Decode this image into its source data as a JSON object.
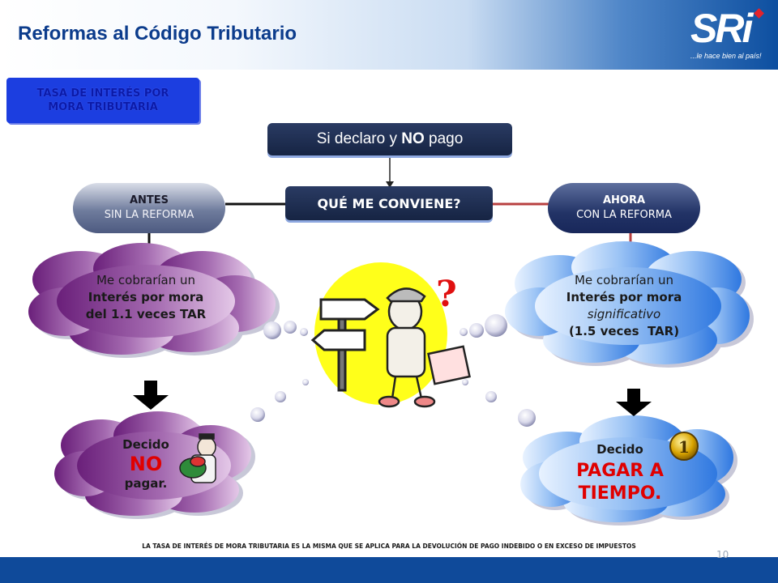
{
  "header": {
    "title": "Reformas al Código Tributario",
    "logo_text": "SRi",
    "logo_tagline": "...le hace bien al país!"
  },
  "topic_box": {
    "line1": "TASA DE INTERÉS POR",
    "line2": "MORA TRIBUTARIA"
  },
  "top_pill": {
    "prefix": "Si declaro y ",
    "emphasis": "NO",
    "suffix": " pago"
  },
  "question_pill": {
    "label": "QUÉ ME CONVIENE?"
  },
  "left": {
    "pill_line1": "ANTES",
    "pill_line2": "SIN LA REFORMA",
    "cloud_line1": "Me cobrarían un",
    "cloud_line2": "Interés por mora",
    "cloud_line3": "del 1.1 veces TAR",
    "decision_line1": "Decido",
    "decision_line2": "NO",
    "decision_line3": "pagar."
  },
  "right": {
    "pill_line1": "AHORA",
    "pill_line2": "CON LA REFORMA",
    "cloud_line1": "Me cobrarían un",
    "cloud_line2": "Interés por mora",
    "cloud_line3": "significativo",
    "cloud_line4": "(1.5 veces  TAR)",
    "decision_line1": "Decido",
    "decision_line2": "PAGAR A",
    "decision_line3": "TIEMPO."
  },
  "center": {
    "question_mark": "?",
    "coin_label": "1"
  },
  "footnote": "LA TASA DE INTERÉS DE MORA TRIBUTARIA ES LA MISMA QUE SE APLICA PARA LA DEVOLUCIÓN DE PAGO INDEBIDO O EN EXCESO DE IMPUESTOS",
  "page_number": "10",
  "colors": {
    "header_blue": "#0d4fa0",
    "title_blue": "#0c3c8c",
    "logo_red": "#e4232b",
    "purple_cloud": "#7a2c86",
    "blue_cloud": "#3f84e8",
    "emphasis_red": "#e00000",
    "navy_pill": "#1c2a4d"
  },
  "icons": [
    "arrow-down-icon",
    "signpost-icon",
    "confused-man-icon",
    "thief-icon",
    "gold-coin-icon",
    "bubble-trail-icon"
  ]
}
